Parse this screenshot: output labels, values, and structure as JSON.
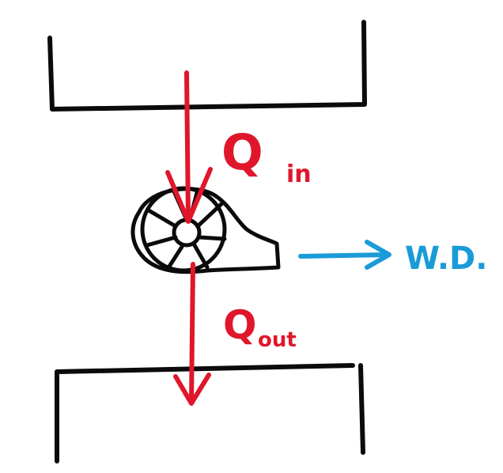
{
  "colors": {
    "ink": "#0b0b0b",
    "heat": "#e0162b",
    "work": "#1a9bd7",
    "background": "#ffffff"
  },
  "labels": {
    "q_in_main": "Q",
    "q_in_sub": "in",
    "q_out_main": "Q",
    "q_out_sub": "out",
    "work_done": "W.D."
  },
  "icons": {
    "engine": "turbine-engine-icon"
  }
}
